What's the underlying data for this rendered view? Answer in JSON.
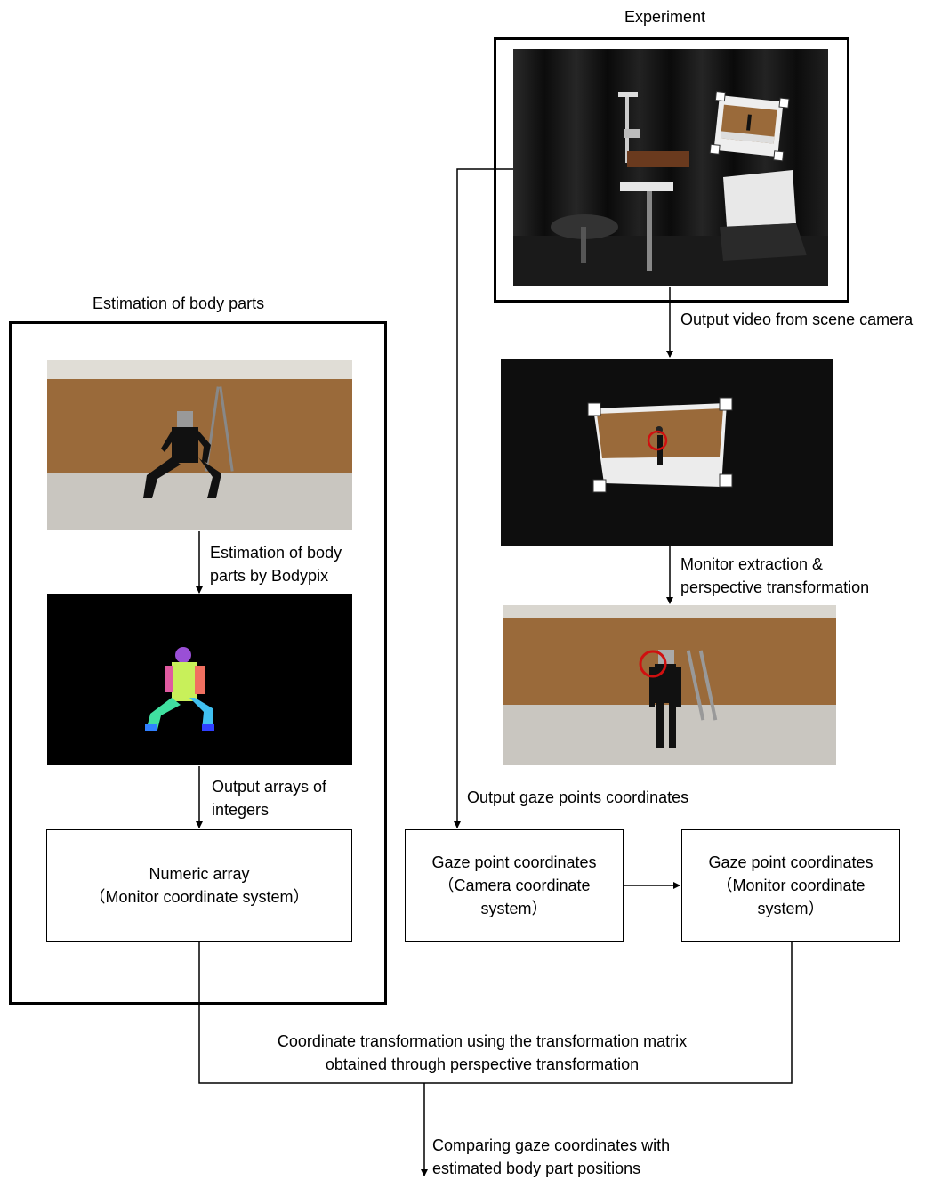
{
  "labels": {
    "experiment": "Experiment",
    "estimation_title": "Estimation of body parts",
    "output_video": "Output video from scene camera",
    "monitor_extraction": "Monitor extraction &\nperspective transformation",
    "estimation_bodypix": "Estimation of body\nparts by Bodypix",
    "output_arrays": "Output arrays of\nintegers",
    "output_gaze": "Output gaze points coordinates",
    "coordinate_transformation": "Coordinate transformation using the transformation matrix\nobtained through perspective transformation",
    "comparing": "Comparing gaze coordinates with\nestimated body part positions"
  },
  "boxes": {
    "numeric_array": "Numeric array\n（Monitor coordinate system）",
    "gaze_camera": "Gaze point coordinates\n（Camera coordinate\nsystem）",
    "gaze_monitor": "Gaze point coordinates\n（Monitor coordinate\nsystem）"
  },
  "colors": {
    "line": "#000000",
    "gaze_circle": "#d01010",
    "wall_wood": "#9a6a3a",
    "floor": "#c9c6c0",
    "curtain": "#141414"
  }
}
